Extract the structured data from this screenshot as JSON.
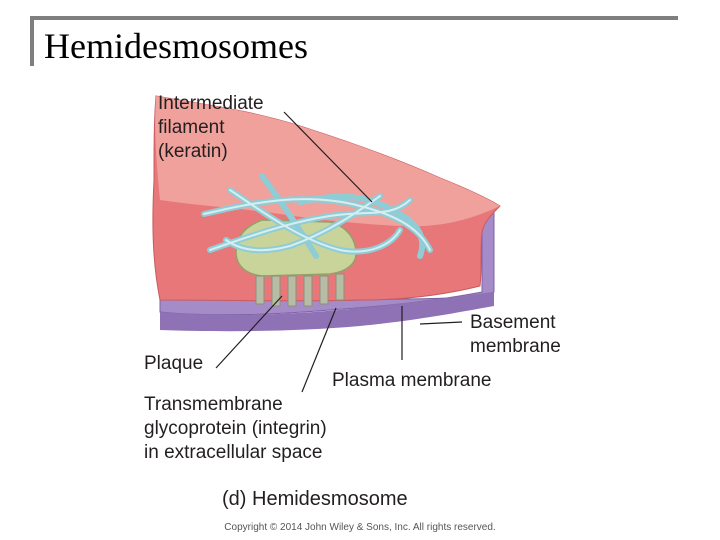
{
  "slide": {
    "title": "Hemidesmosomes",
    "copyright": "Copyright © 2014 John Wiley & Sons, Inc. All rights reserved."
  },
  "figure": {
    "caption": "(d) Hemidesmosome",
    "labels": {
      "intermediate_filament": "Intermediate\nfilament\n(keratin)",
      "basement_membrane": "Basement\nmembrane",
      "plaque": "Plaque",
      "plasma_membrane": "Plasma membrane",
      "transmembrane": "Transmembrane\nglycoprotein (integrin)\nin extracellular space"
    }
  },
  "colors": {
    "cell_membrane": "#e8777a",
    "membrane_top": "#f0a19c",
    "basement": "#a58bc7",
    "plaque": "#c9d49a",
    "filament": "#8fcdd6",
    "integrin": "#b7bca4"
  }
}
